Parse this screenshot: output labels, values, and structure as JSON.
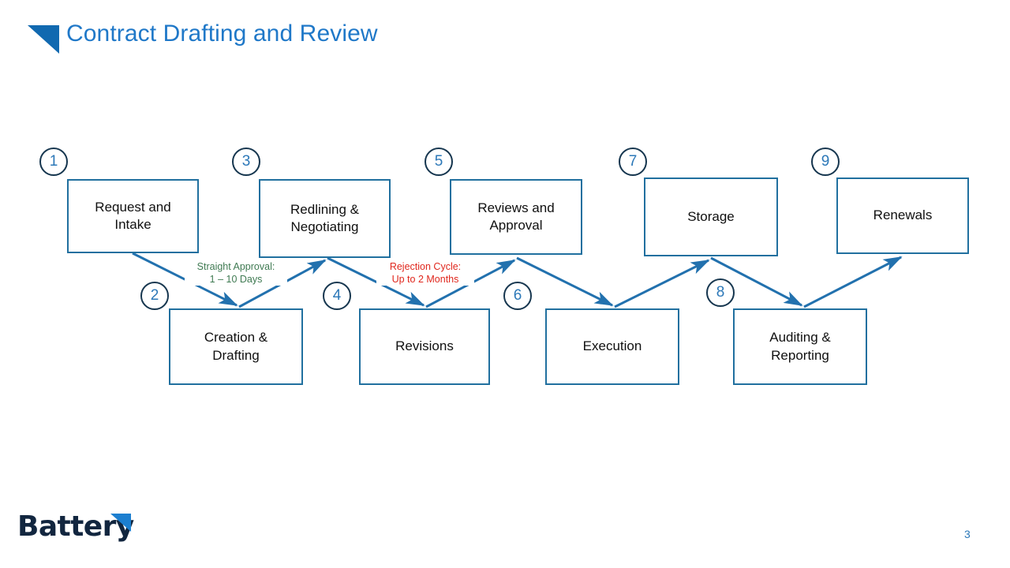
{
  "slide": {
    "title": "Contract Drafting and Review",
    "number": "3",
    "title_color": "#1F78C8",
    "accent_color": "#21709F",
    "badge_border_color": "#16364F",
    "badge_text_color": "#2C78B8",
    "brand_name": "Battery",
    "brand_color": "#12263F"
  },
  "diagram": {
    "type": "zigzag-process-flow",
    "nodes": [
      {
        "step": "1",
        "label_line1": "Request and",
        "label_line2": "Intake",
        "row": "top"
      },
      {
        "step": "2",
        "label_line1": "Creation &",
        "label_line2": "Drafting",
        "row": "bottom"
      },
      {
        "step": "3",
        "label_line1": "Redlining &",
        "label_line2": "Negotiating",
        "row": "top"
      },
      {
        "step": "4",
        "label_line1": "Revisions",
        "label_line2": "",
        "row": "bottom"
      },
      {
        "step": "5",
        "label_line1": "Reviews and",
        "label_line2": "Approval",
        "row": "top"
      },
      {
        "step": "6",
        "label_line1": "Execution",
        "label_line2": "",
        "row": "bottom"
      },
      {
        "step": "7",
        "label_line1": "Storage",
        "label_line2": "",
        "row": "top"
      },
      {
        "step": "8",
        "label_line1": "Auditing &",
        "label_line2": "Reporting",
        "row": "bottom"
      },
      {
        "step": "9",
        "label_line1": "Renewals",
        "label_line2": "",
        "row": "top"
      }
    ],
    "annotations": [
      {
        "id": "straight-approval",
        "line1": "Straight Approval:",
        "line2": "1 – 10 Days",
        "color": "#3F7A52"
      },
      {
        "id": "rejection-cycle",
        "line1": "Rejection Cycle:",
        "line2": "Up to 2 Months",
        "color": "#E0281E"
      }
    ]
  }
}
